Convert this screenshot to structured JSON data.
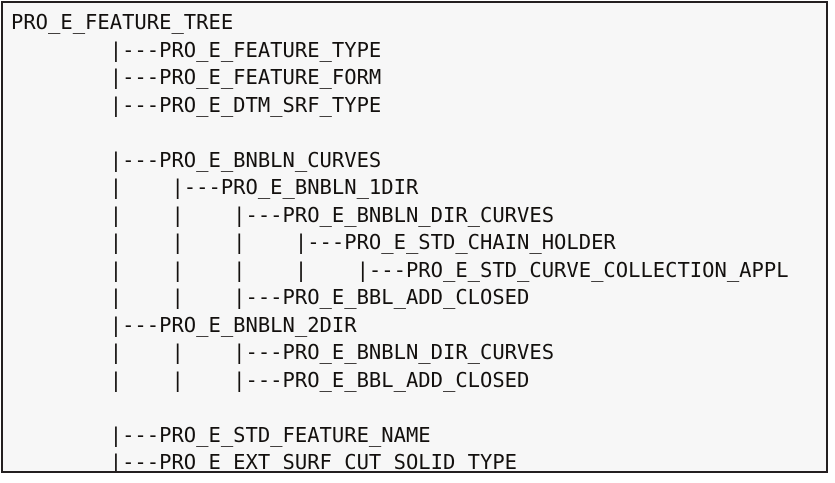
{
  "panel": {
    "background_color": "#f7f7f7",
    "border_color": "#231f20",
    "text_color": "#13100e"
  },
  "tree": {
    "root_label": "PRO_E_FEATURE_TREE",
    "branch_prefix": "|---",
    "indent_unit": "|    ",
    "base_indent": "        ",
    "lines": [
      "PRO_E_FEATURE_TREE",
      "        |---PRO_E_FEATURE_TYPE",
      "        |---PRO_E_FEATURE_FORM",
      "        |---PRO_E_DTM_SRF_TYPE",
      "",
      "        |---PRO_E_BNBLN_CURVES",
      "        |    |---PRO_E_BNBLN_1DIR",
      "        |    |    |---PRO_E_BNBLN_DIR_CURVES",
      "        |    |    |    |---PRO_E_STD_CHAIN_HOLDER",
      "        |    |    |    |    |---PRO_E_STD_CURVE_COLLECTION_APPL",
      "        |    |    |---PRO_E_BBL_ADD_CLOSED",
      "        |---PRO_E_BNBLN_2DIR",
      "        |    |    |---PRO_E_BNBLN_DIR_CURVES",
      "        |    |    |---PRO_E_BBL_ADD_CLOSED",
      "",
      "        |---PRO_E_STD_FEATURE_NAME",
      "        |---PRO_E_EXT_SURF_CUT_SOLID_TYPE"
    ],
    "nodes": [
      {
        "depth": 0,
        "label": "PRO_E_FEATURE_TREE"
      },
      {
        "depth": 1,
        "label": "PRO_E_FEATURE_TYPE"
      },
      {
        "depth": 1,
        "label": "PRO_E_FEATURE_FORM"
      },
      {
        "depth": 1,
        "label": "PRO_E_DTM_SRF_TYPE"
      },
      {
        "depth": 1,
        "label": "PRO_E_BNBLN_CURVES"
      },
      {
        "depth": 2,
        "label": "PRO_E_BNBLN_1DIR"
      },
      {
        "depth": 3,
        "label": "PRO_E_BNBLN_DIR_CURVES"
      },
      {
        "depth": 4,
        "label": "PRO_E_STD_CHAIN_HOLDER"
      },
      {
        "depth": 5,
        "label": "PRO_E_STD_CURVE_COLLECTION_APPL"
      },
      {
        "depth": 3,
        "label": "PRO_E_BBL_ADD_CLOSED"
      },
      {
        "depth": 1,
        "label": "PRO_E_BNBLN_2DIR"
      },
      {
        "depth": 3,
        "label": "PRO_E_BNBLN_DIR_CURVES"
      },
      {
        "depth": 3,
        "label": "PRO_E_BBL_ADD_CLOSED"
      },
      {
        "depth": 1,
        "label": "PRO_E_STD_FEATURE_NAME"
      },
      {
        "depth": 1,
        "label": "PRO_E_EXT_SURF_CUT_SOLID_TYPE"
      }
    ]
  }
}
